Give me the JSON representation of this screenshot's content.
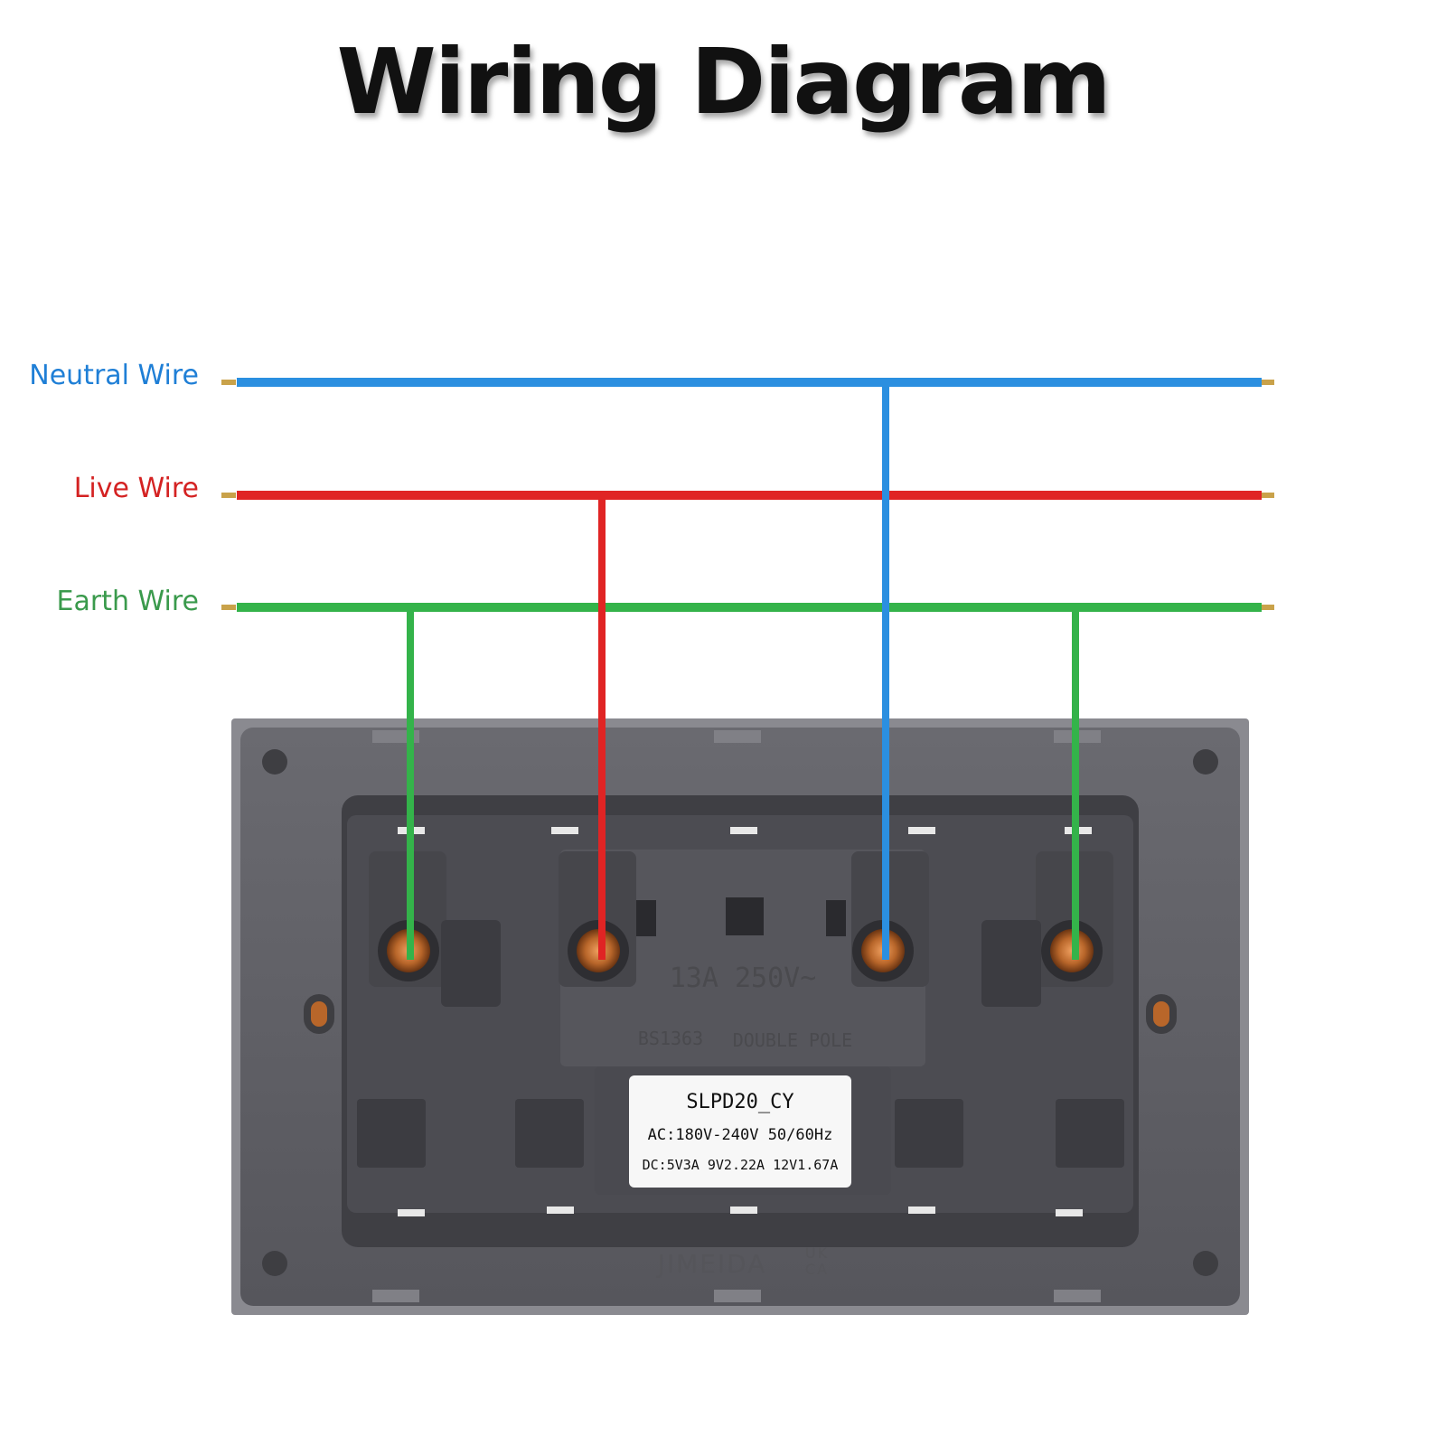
{
  "title": "Wiring Diagram",
  "wires": {
    "neutral": {
      "label": "Neutral Wire",
      "color": "#2b8fe0"
    },
    "live": {
      "label": "Live Wire",
      "color": "#e02424"
    },
    "earth": {
      "label": "Earth Wire",
      "color": "#34b34a"
    }
  },
  "socket": {
    "rating": "13A 250V~",
    "standard": "BS1363",
    "pole": "DOUBLE POLE",
    "brand": "JIMEIDA",
    "mark_line1": "UK",
    "mark_line2": "CA",
    "sticker": {
      "model": "SLPD20_CY",
      "ac": "AC:180V-240V 50/60Hz",
      "dc": "DC:5V3A 9V2.22A 12V1.67A"
    }
  }
}
